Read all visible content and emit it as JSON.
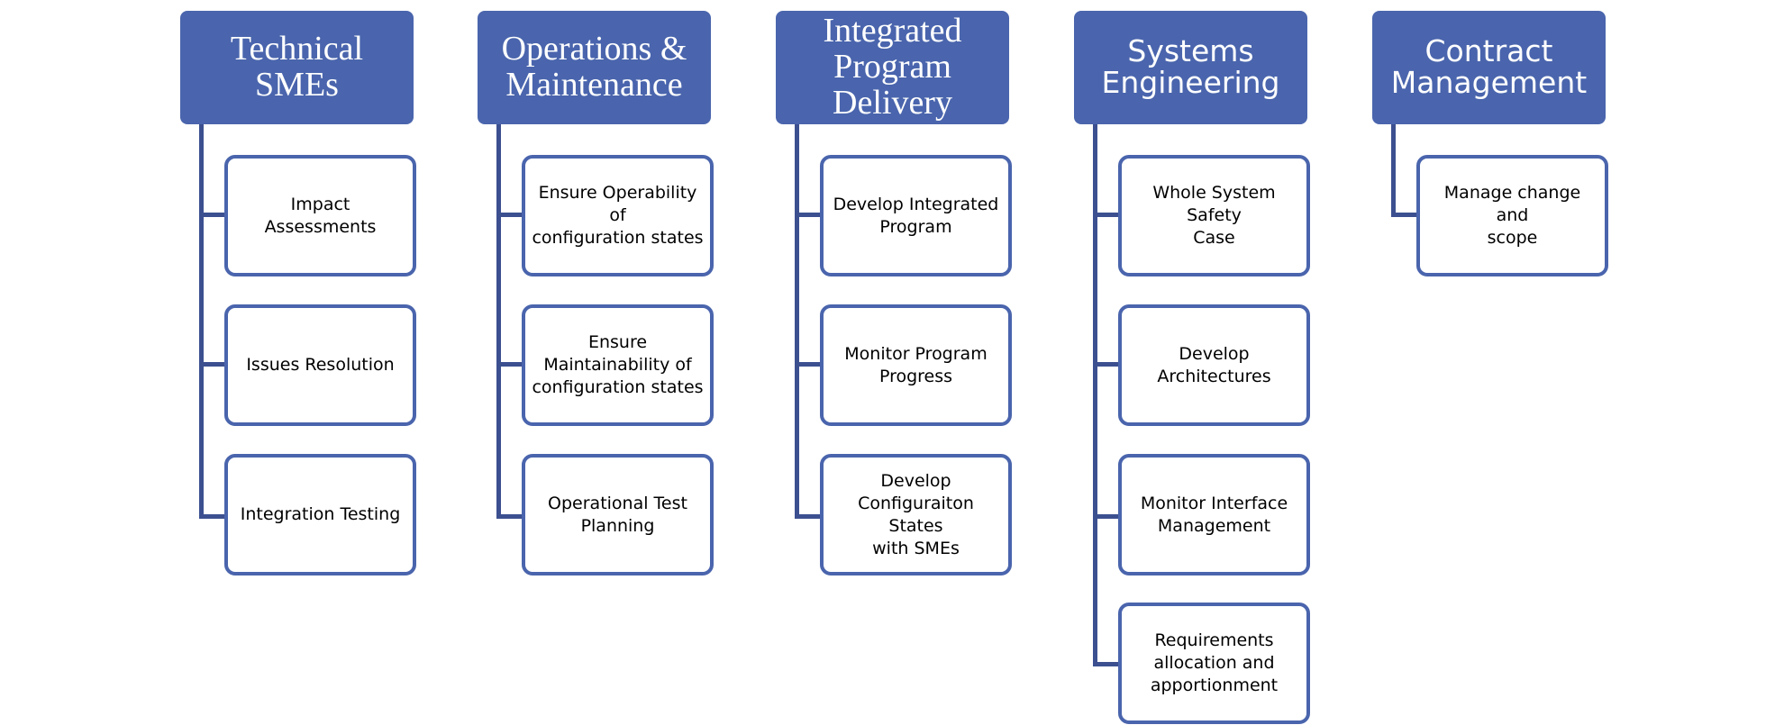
{
  "colors": {
    "header_fill": "#4a65ad",
    "connector": "#3c5090",
    "box_border": "#4a65ad"
  },
  "columns": [
    {
      "header": "Technical SMEs",
      "items": [
        "Impact Assessments",
        "Issues Resolution",
        "Integration Testing"
      ]
    },
    {
      "header": "Operations &\nMaintenance",
      "items": [
        "Ensure Operability of\nconfiguration states",
        "Ensure\nMaintainability of\nconfiguration states",
        "Operational Test\nPlanning"
      ]
    },
    {
      "header": "Integrated\nProgram\nDelivery",
      "items": [
        "Develop Integrated\nProgram",
        "Monitor Program\nProgress",
        "Develop\nConfiguraiton States\nwith SMEs"
      ]
    },
    {
      "header": "Systems\nEngineering",
      "items": [
        "Whole System Safety\nCase",
        "Develop\nArchitectures",
        "Monitor Interface\nManagement",
        "Requirements\nallocation and\napportionment"
      ]
    },
    {
      "header": "Contract\nManagement",
      "items": [
        "Manage change and\nscope"
      ]
    }
  ]
}
